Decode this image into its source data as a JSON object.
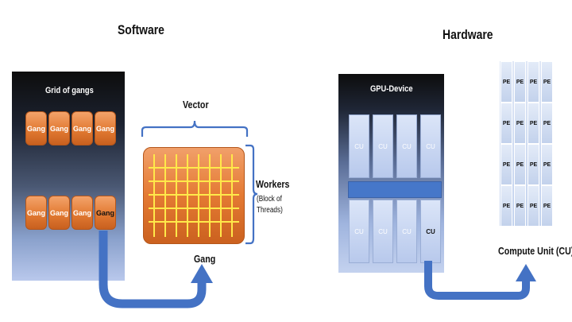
{
  "software": {
    "heading": "Software",
    "grid_title": "Grid of gangs",
    "gangs_top": [
      "Gang",
      "Gang",
      "Gang",
      "Gang"
    ],
    "gangs_bottom": [
      "Gang",
      "Gang",
      "Gang",
      "Gang"
    ],
    "vector_label": "Vector",
    "workers_label": "Workers",
    "workers_sub_1": "(Block of",
    "workers_sub_2": "Threads)",
    "gang_label": "Gang"
  },
  "hardware": {
    "heading": "Hardware",
    "device_title": "GPU-Device",
    "cu_top": [
      "CU",
      "CU",
      "CU",
      "CU"
    ],
    "cu_bottom": [
      "CU",
      "CU",
      "CU",
      "CU"
    ],
    "pe_label": "PE",
    "compute_unit_label": "Compute Unit (CU)"
  },
  "colors": {
    "gang_orange": "#e27a32",
    "grid_line_yellow": "#ffe94a",
    "arrow_blue": "#4472c4",
    "bar_blue": "#4677c9"
  }
}
